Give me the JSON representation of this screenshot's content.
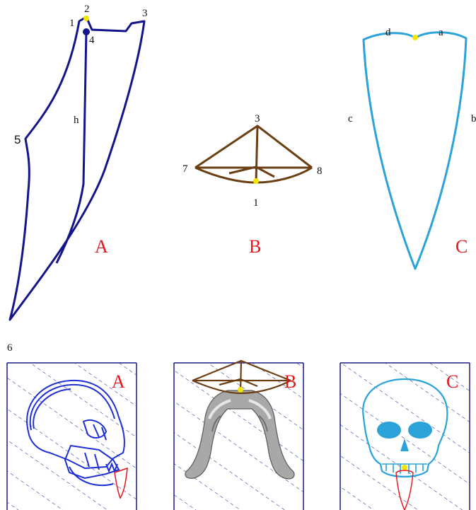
{
  "figure_number": "6",
  "top_panels": {
    "A": {
      "letter": "A",
      "labels": {
        "p1": "1",
        "p2": "2",
        "p3": "3",
        "p4": "4",
        "p5": "5",
        "h": "h"
      },
      "color": "#14148c"
    },
    "B": {
      "letter": "B",
      "labels": {
        "p3": "3",
        "p7": "7",
        "p8": "8",
        "p1": "1"
      },
      "color": "#6b3f14"
    },
    "C": {
      "letter": "C",
      "labels": {
        "d": "d",
        "a": "a",
        "c": "c",
        "b": "b"
      },
      "color": "#2ba3d9"
    }
  },
  "bottom_panels": {
    "A": {
      "letter": "A",
      "subject": "lateral skull outline",
      "color": "#1f2fd6"
    },
    "B": {
      "letter": "B",
      "subject": "mandible with pyramid frame",
      "color": "#6b3f14"
    },
    "C": {
      "letter": "C",
      "subject": "frontal skull outline",
      "color": "#2ba3d9"
    }
  },
  "colors": {
    "navy": "#14148c",
    "brown": "#6b3f14",
    "light_blue": "#2ba3d9",
    "red": "#e8141b",
    "yellow_marker": "#f2e600",
    "hatch": "#1a1a8c"
  }
}
